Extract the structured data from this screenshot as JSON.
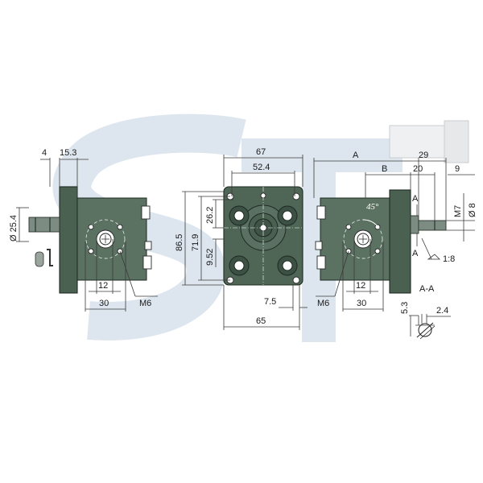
{
  "colors": {
    "body": "#4a6050",
    "face": "#4f6556",
    "watermark": "#dde6ee",
    "dimension_lines": "#3a3a3a"
  },
  "watermark_text": "ST",
  "left_view": {
    "dim_4": "4",
    "dim_15_3": "15.3",
    "dim_diameter": "Ø 25.4",
    "dim_12": "12",
    "dim_30": "30",
    "thread_label": "M6"
  },
  "front_view": {
    "dim_67": "67",
    "dim_52_4": "52.4",
    "dim_86_5": "86.5",
    "dim_71_9": "71.9",
    "dim_26_2": "26.2",
    "dim_9_52": "9.52",
    "dim_7_5": "7.5",
    "dim_65": "65"
  },
  "right_view": {
    "dim_A": "A",
    "dim_B": "B",
    "dim_29": "29",
    "dim_20": "20",
    "dim_9": "9",
    "dim_M7": "M7",
    "dim_shaft_dia": "Ø 8",
    "angle": "45°",
    "section_mark_top": "A",
    "section_mark_bottom": "A",
    "taper": "1:8",
    "dim_12": "12",
    "dim_30": "30",
    "thread_label": "M6"
  },
  "section_view": {
    "title": "A-A",
    "dim_5_3": "5.3",
    "dim_2_4": "2.4"
  }
}
